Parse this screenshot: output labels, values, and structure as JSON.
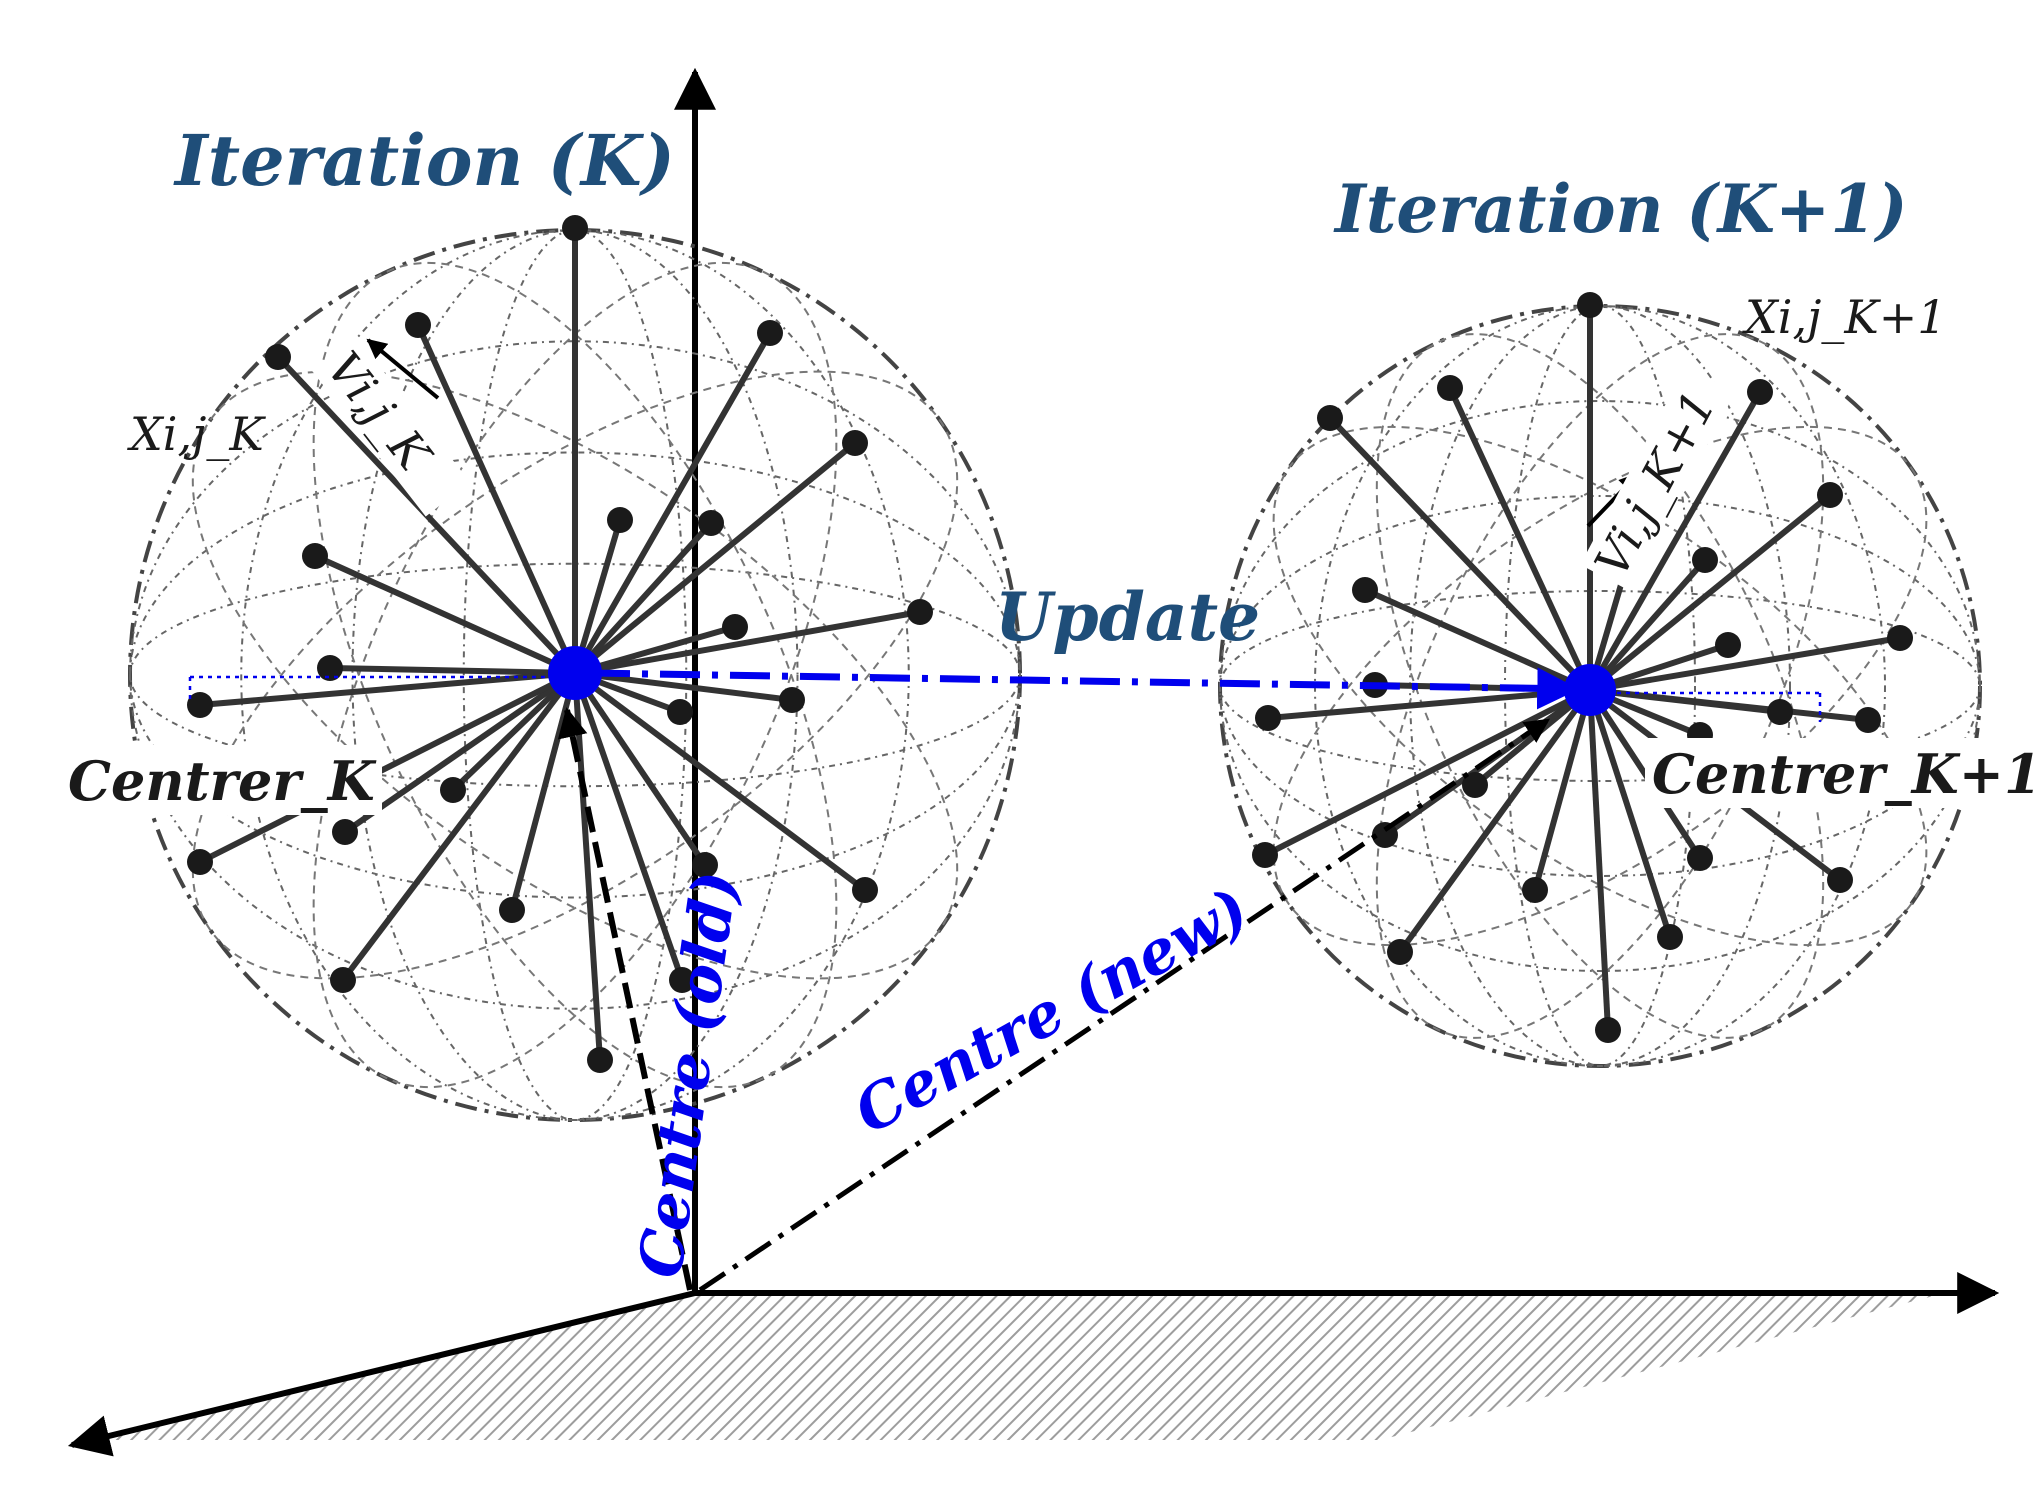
{
  "colors": {
    "title": "#1f4e79",
    "accent_blue": "#0000ee",
    "line_dark": "#333333",
    "node": "#1a1a1a",
    "axis": "#000000",
    "hatch": "#8c8c8c"
  },
  "labels": {
    "iteration_k": "Iteration (K)",
    "iteration_k1": "Iteration (K+1)",
    "update": "Update",
    "centrer_k": "Centrer_K",
    "centrer_k1": "Centrer_K+1",
    "x_k": "Xi,j_K",
    "x_k1": "Xi,j_K+1",
    "v_k": "Vi,j_K",
    "v_k1": "Vi,j_K+1",
    "centre_old": "Centre (old)",
    "centre_new": "Centre (new)"
  }
}
